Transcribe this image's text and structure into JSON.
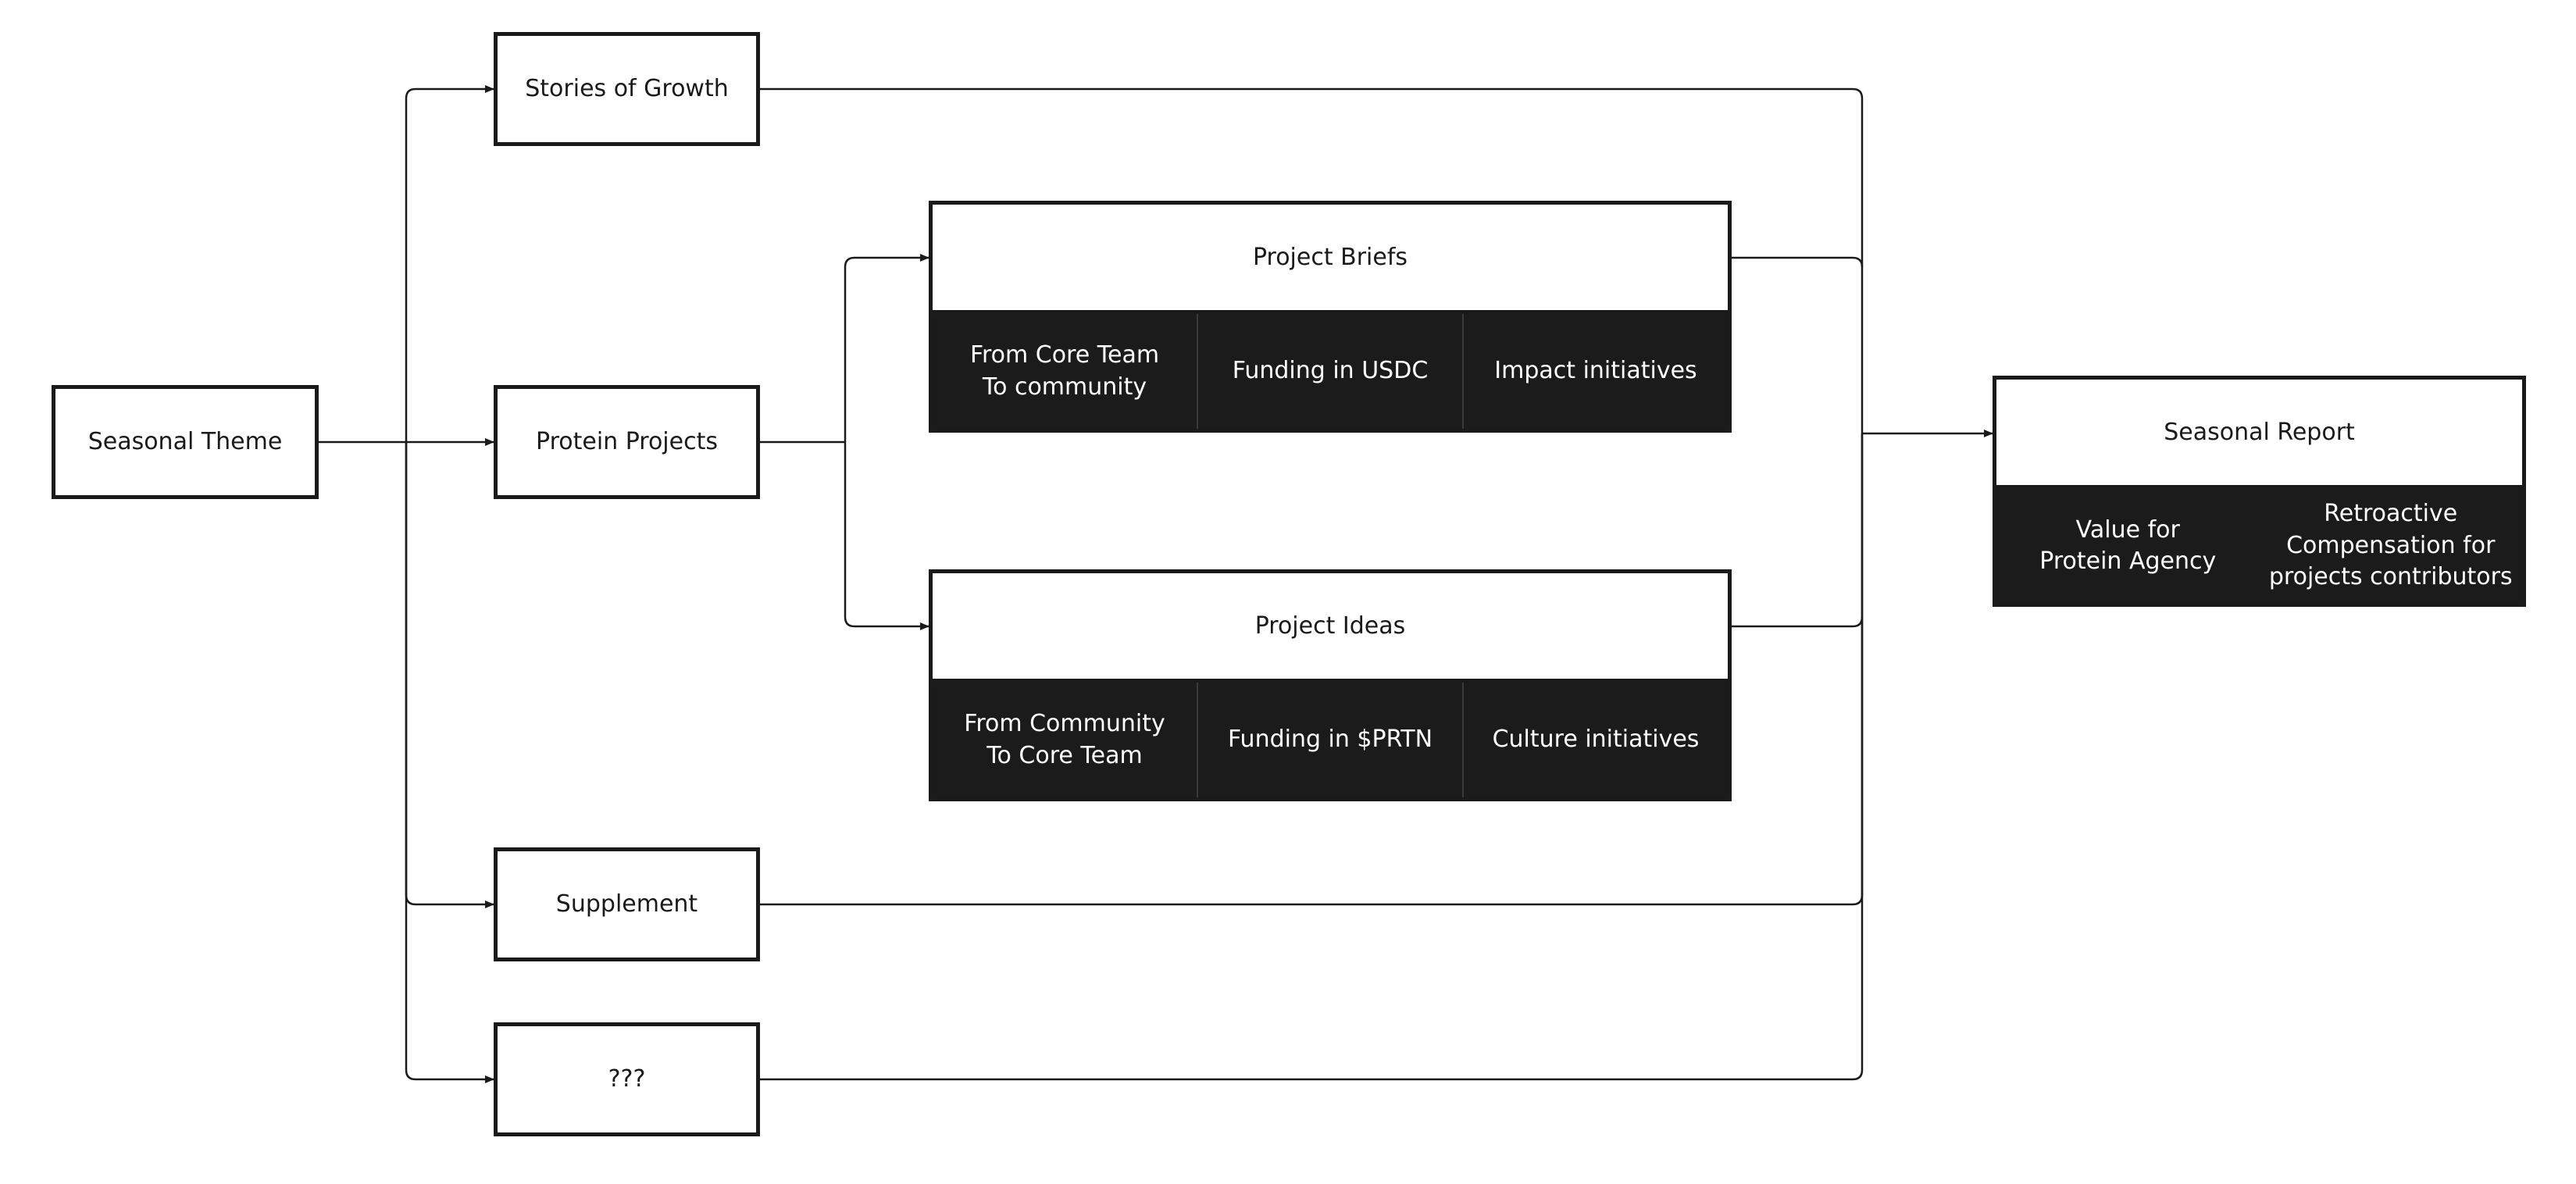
{
  "nodes": {
    "seasonal_theme": "Seasonal Theme",
    "stories_of_growth": "Stories of Growth",
    "protein_projects": "Protein Projects",
    "supplement": "Supplement",
    "unknown": "???"
  },
  "project_briefs": {
    "title": "Project Briefs",
    "cells": [
      "From Core Team\nTo community",
      "Funding in USDC",
      "Impact initiatives"
    ]
  },
  "project_ideas": {
    "title": "Project Ideas",
    "cells": [
      "From Community\nTo Core Team",
      "Funding in $PRTN",
      "Culture initiatives"
    ]
  },
  "seasonal_report": {
    "title": "Seasonal Report",
    "cells": [
      "Value for\nProtein Agency",
      "Retroactive\nCompensation for\nprojects contributors"
    ]
  },
  "colors": {
    "stroke": "#1a1a1a",
    "dark_fill": "#1b1b1b",
    "text_light": "#ffffff"
  }
}
